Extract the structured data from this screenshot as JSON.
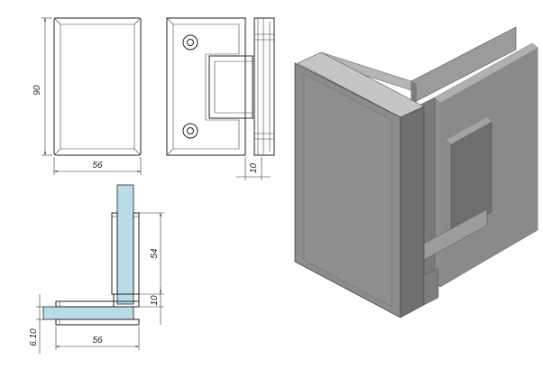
{
  "dimensions": {
    "front_height": "90",
    "front_width": "56",
    "side_depth": "10",
    "glass_leg": "54",
    "gap": "10",
    "bottom_width": "56",
    "glass_thickness": "6.10"
  },
  "colors": {
    "glass": "#b8dde6",
    "metal_light": "#a9a9ab",
    "metal_mid": "#8f8f92",
    "metal_dark": "#6e6e71",
    "line": "#222222"
  }
}
